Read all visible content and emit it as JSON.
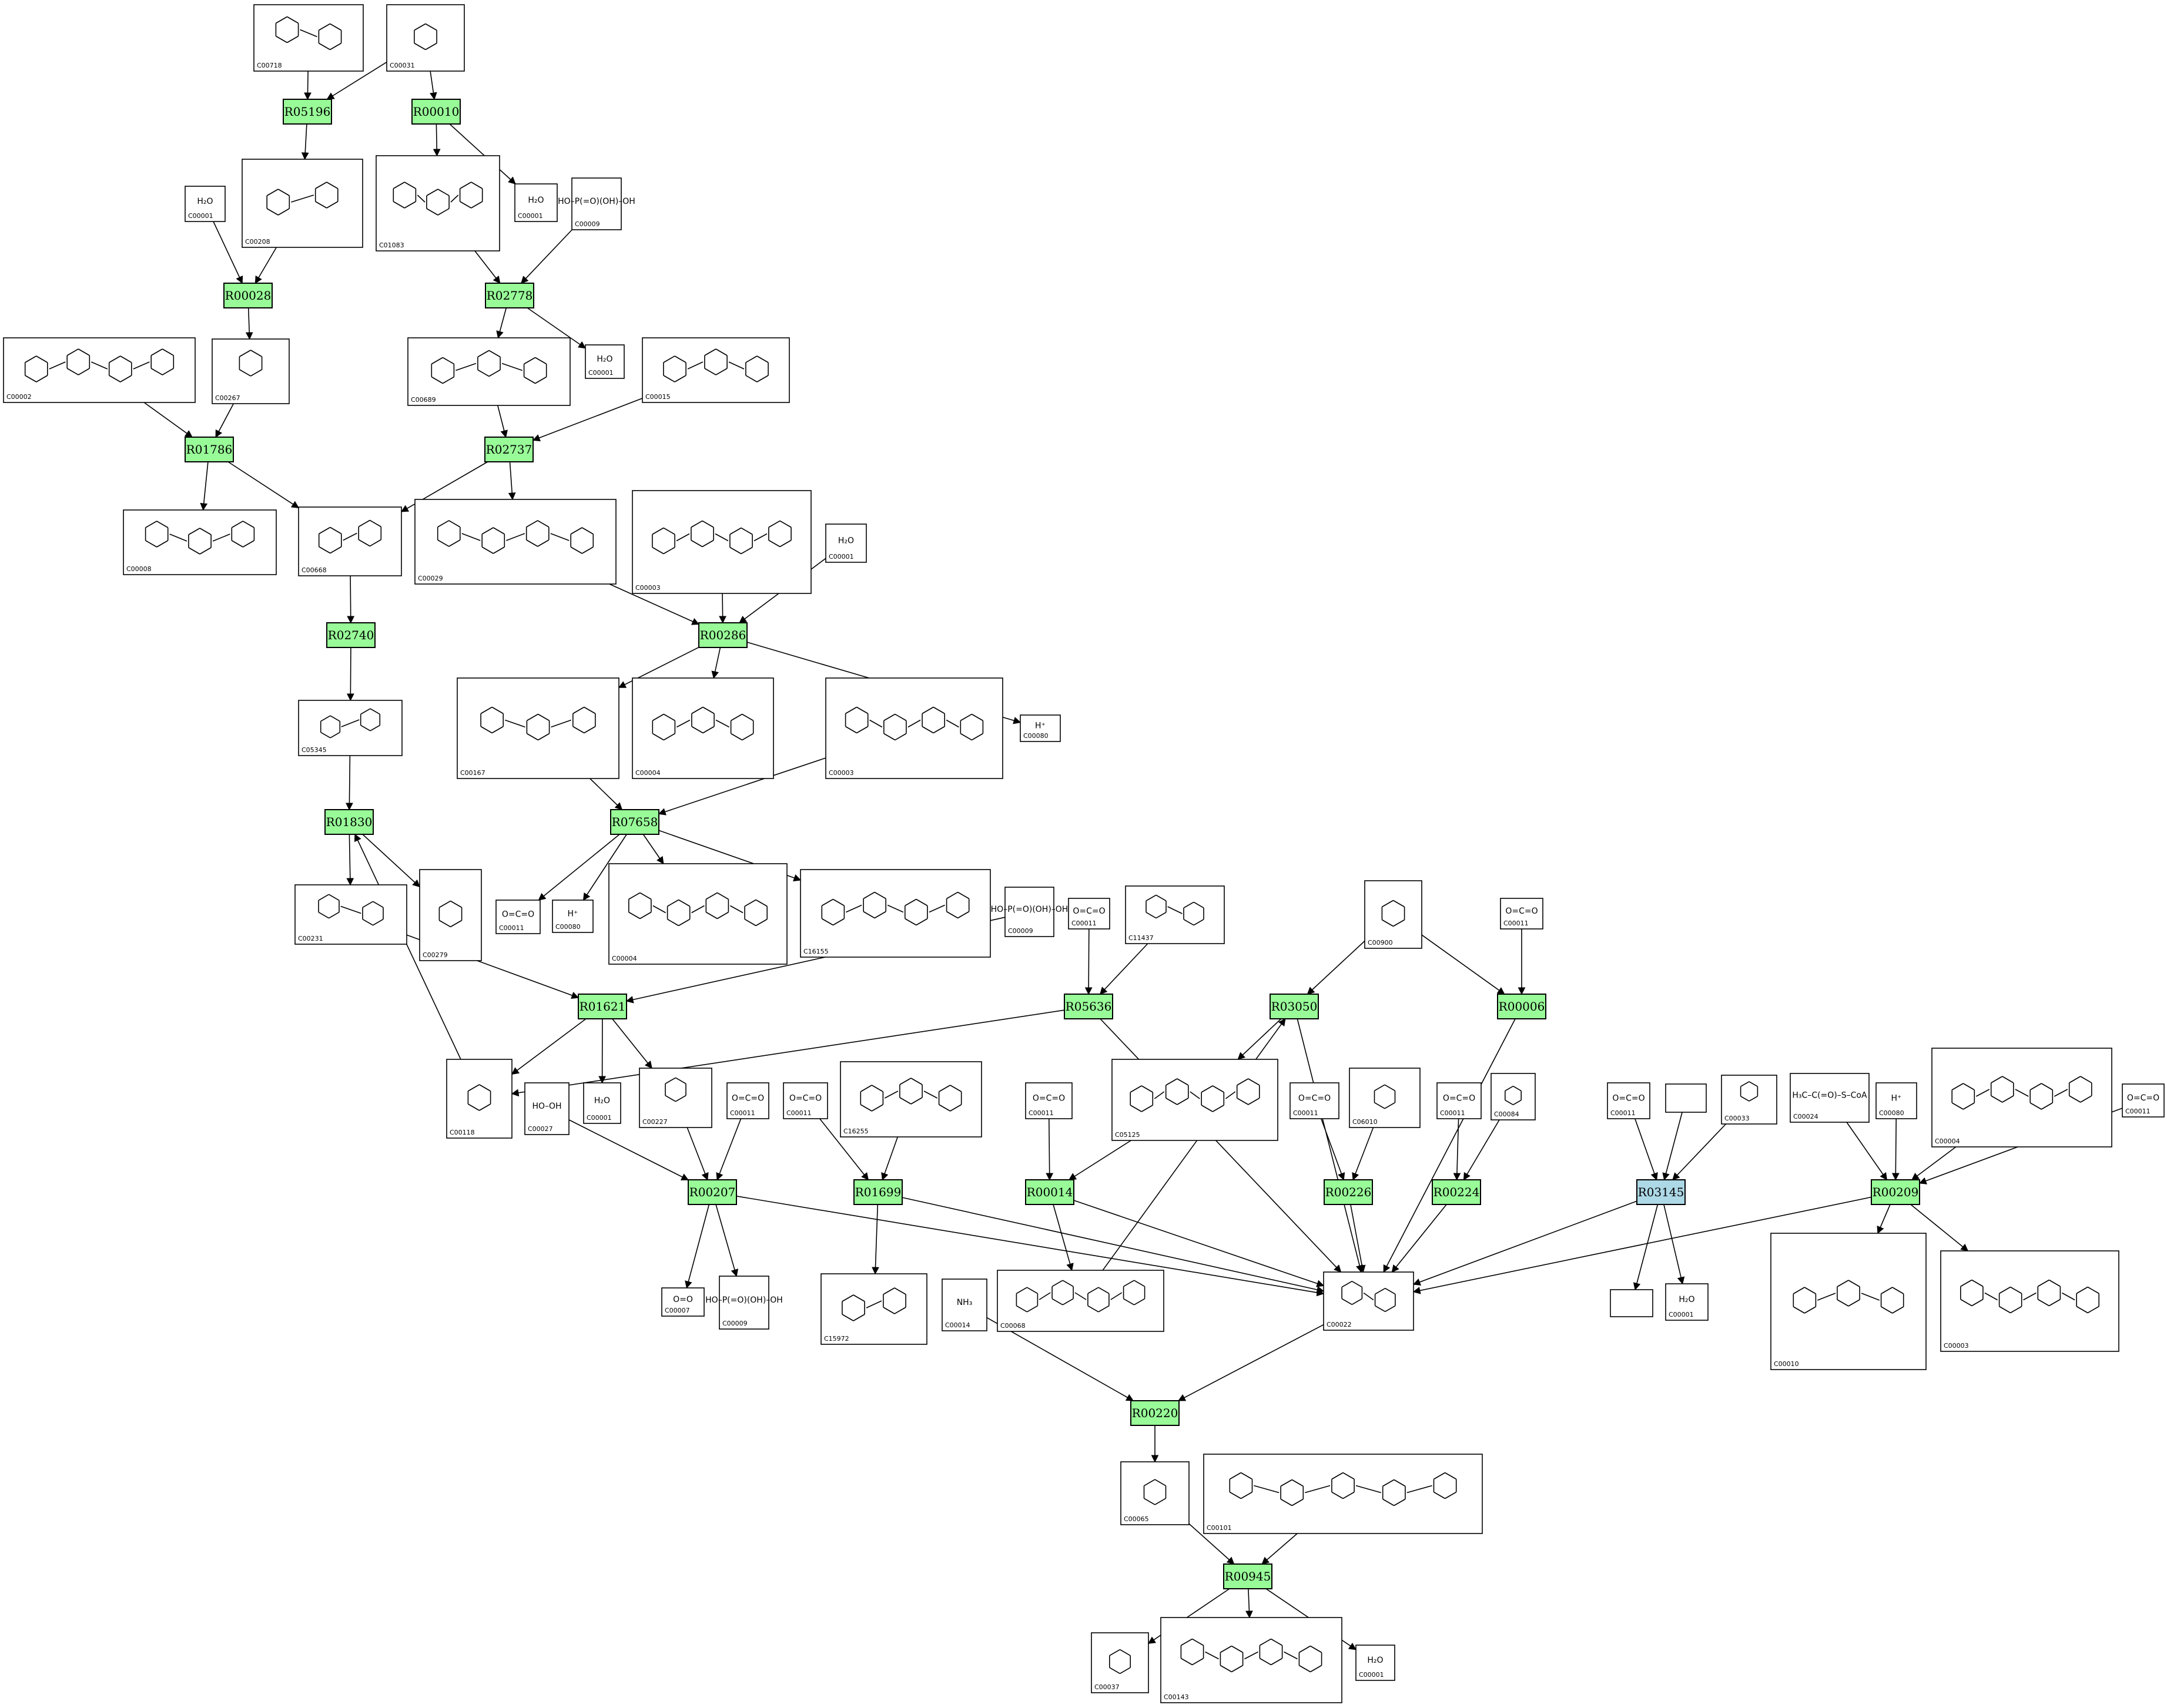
{
  "colors": {
    "reaction": "#98fb98",
    "reaction_alt": "#add8e6",
    "line": "#000000"
  },
  "reactions": [
    {
      "id": "R05196",
      "label": "R05196"
    },
    {
      "id": "R00010",
      "label": "R00010"
    },
    {
      "id": "R00028",
      "label": "R00028"
    },
    {
      "id": "R02778",
      "label": "R02778"
    },
    {
      "id": "R01786",
      "label": "R01786"
    },
    {
      "id": "R02737",
      "label": "R02737"
    },
    {
      "id": "R02740",
      "label": "R02740"
    },
    {
      "id": "R00286",
      "label": "R00286"
    },
    {
      "id": "R01830",
      "label": "R01830"
    },
    {
      "id": "R07658",
      "label": "R07658"
    },
    {
      "id": "R01621",
      "label": "R01621"
    },
    {
      "id": "R05636",
      "label": "R05636"
    },
    {
      "id": "R03050",
      "label": "R03050"
    },
    {
      "id": "R00006",
      "label": "R00006"
    },
    {
      "id": "R00207",
      "label": "R00207"
    },
    {
      "id": "R01699",
      "label": "R01699"
    },
    {
      "id": "R00014",
      "label": "R00014"
    },
    {
      "id": "R00226",
      "label": "R00226"
    },
    {
      "id": "R00224",
      "label": "R00224"
    },
    {
      "id": "R03145",
      "label": "R03145"
    },
    {
      "id": "R00209",
      "label": "R00209"
    },
    {
      "id": "R00220",
      "label": "R00220"
    },
    {
      "id": "R00945",
      "label": "R00945"
    }
  ],
  "compounds": [
    {
      "id": "c00718",
      "code": "C00718",
      "formula": ""
    },
    {
      "id": "c00031",
      "code": "C00031",
      "formula": ""
    },
    {
      "id": "c00001a",
      "code": "C00001",
      "formula": "H₂O"
    },
    {
      "id": "c00208",
      "code": "C00208",
      "formula": ""
    },
    {
      "id": "c01083",
      "code": "C01083",
      "formula": ""
    },
    {
      "id": "c00001b",
      "code": "C00001",
      "formula": "H₂O"
    },
    {
      "id": "c00009a",
      "code": "C00009",
      "formula": "HO–P(=O)(OH)–OH"
    },
    {
      "id": "c00002",
      "code": "C00002",
      "formula": ""
    },
    {
      "id": "c00267",
      "code": "C00267",
      "formula": ""
    },
    {
      "id": "c00689",
      "code": "C00689",
      "formula": ""
    },
    {
      "id": "c00001c",
      "code": "C00001",
      "formula": "H₂O"
    },
    {
      "id": "c00015",
      "code": "C00015",
      "formula": ""
    },
    {
      "id": "c00008",
      "code": "C00008",
      "formula": ""
    },
    {
      "id": "c00668",
      "code": "C00668",
      "formula": ""
    },
    {
      "id": "c00029",
      "code": "C00029",
      "formula": ""
    },
    {
      "id": "c00003a",
      "code": "C00003",
      "formula": ""
    },
    {
      "id": "c00001d",
      "code": "C00001",
      "formula": "H₂O"
    },
    {
      "id": "c05345",
      "code": "C05345",
      "formula": ""
    },
    {
      "id": "c00167",
      "code": "C00167",
      "formula": ""
    },
    {
      "id": "c00004a",
      "code": "C00004",
      "formula": ""
    },
    {
      "id": "c00003b",
      "code": "C00003",
      "formula": ""
    },
    {
      "id": "c00080a",
      "code": "C00080",
      "formula": "H⁺"
    },
    {
      "id": "c00231",
      "code": "C00231",
      "formula": ""
    },
    {
      "id": "c00279",
      "code": "C00279",
      "formula": ""
    },
    {
      "id": "c00011a",
      "code": "C00011",
      "formula": "O=C=O"
    },
    {
      "id": "c00080b",
      "code": "C00080",
      "formula": "H⁺"
    },
    {
      "id": "c00004b",
      "code": "C00004",
      "formula": ""
    },
    {
      "id": "c16155",
      "code": "C16155",
      "formula": ""
    },
    {
      "id": "c00009b",
      "code": "C00009",
      "formula": "HO–P(=O)(OH)–OH"
    },
    {
      "id": "c00011b",
      "code": "C00011",
      "formula": "O=C=O"
    },
    {
      "id": "c11437",
      "code": "C11437",
      "formula": ""
    },
    {
      "id": "c00900",
      "code": "C00900",
      "formula": ""
    },
    {
      "id": "c00011c",
      "code": "C00011",
      "formula": "O=C=O"
    },
    {
      "id": "c00118",
      "code": "C00118",
      "formula": ""
    },
    {
      "id": "c00027",
      "code": "C00027",
      "formula": "HO–OH"
    },
    {
      "id": "c00001e",
      "code": "C00001",
      "formula": "H₂O"
    },
    {
      "id": "c00227",
      "code": "C00227",
      "formula": ""
    },
    {
      "id": "c00011d",
      "code": "C00011",
      "formula": "O=C=O"
    },
    {
      "id": "c00011e",
      "code": "C00011",
      "formula": "O=C=O"
    },
    {
      "id": "c16255",
      "code": "C16255",
      "formula": ""
    },
    {
      "id": "c00011f",
      "code": "C00011",
      "formula": "O=C=O"
    },
    {
      "id": "c05125",
      "code": "C05125",
      "formula": ""
    },
    {
      "id": "c00011g",
      "code": "C00011",
      "formula": "O=C=O"
    },
    {
      "id": "c06010",
      "code": "C06010",
      "formula": ""
    },
    {
      "id": "c00011h",
      "code": "C00011",
      "formula": "O=C=O"
    },
    {
      "id": "c00084",
      "code": "C00084",
      "formula": ""
    },
    {
      "id": "c00011i",
      "code": "C00011",
      "formula": "O=C=O"
    },
    {
      "id": "blank1",
      "code": "",
      "formula": ""
    },
    {
      "id": "c00033",
      "code": "C00033",
      "formula": ""
    },
    {
      "id": "c00024",
      "code": "C00024",
      "formula": "H₃C–C(=O)–S–CoA"
    },
    {
      "id": "c00080c",
      "code": "C00080",
      "formula": "H⁺"
    },
    {
      "id": "c00004c",
      "code": "C00004",
      "formula": ""
    },
    {
      "id": "c00011j",
      "code": "C00011",
      "formula": "O=C=O"
    },
    {
      "id": "c00007",
      "code": "C00007",
      "formula": "O=O"
    },
    {
      "id": "c00009c",
      "code": "C00009",
      "formula": "HO–P(=O)(OH)–OH"
    },
    {
      "id": "c15972",
      "code": "C15972",
      "formula": ""
    },
    {
      "id": "c00014",
      "code": "C00014",
      "formula": "NH₃"
    },
    {
      "id": "c00068",
      "code": "C00068",
      "formula": ""
    },
    {
      "id": "c00022",
      "code": "C00022",
      "formula": ""
    },
    {
      "id": "blank2",
      "code": "",
      "formula": ""
    },
    {
      "id": "c00001f",
      "code": "C00001",
      "formula": "H₂O"
    },
    {
      "id": "c00010",
      "code": "C00010",
      "formula": ""
    },
    {
      "id": "c00003c",
      "code": "C00003",
      "formula": ""
    },
    {
      "id": "c00065",
      "code": "C00065",
      "formula": ""
    },
    {
      "id": "c00101",
      "code": "C00101",
      "formula": ""
    },
    {
      "id": "c00037",
      "code": "C00037",
      "formula": ""
    },
    {
      "id": "c00143",
      "code": "C00143",
      "formula": ""
    },
    {
      "id": "c00001g",
      "code": "C00001",
      "formula": "H₂O"
    }
  ],
  "edges": [
    [
      "c00718",
      "R05196"
    ],
    [
      "c00031",
      "R05196"
    ],
    [
      "c00031",
      "R00010"
    ],
    [
      "R05196",
      "c00208"
    ],
    [
      "R00010",
      "c01083"
    ],
    [
      "R00010",
      "c00001b"
    ],
    [
      "c00001a",
      "R00028"
    ],
    [
      "c00208",
      "R00028"
    ],
    [
      "R00028",
      "c00267"
    ],
    [
      "c01083",
      "R02778"
    ],
    [
      "c00009a",
      "R02778"
    ],
    [
      "R02778",
      "c00689"
    ],
    [
      "R02778",
      "c00001c"
    ],
    [
      "c00002",
      "R01786"
    ],
    [
      "c00267",
      "R01786"
    ],
    [
      "R01786",
      "c00008"
    ],
    [
      "R01786",
      "c00668"
    ],
    [
      "c00689",
      "R02737"
    ],
    [
      "c00015",
      "R02737"
    ],
    [
      "R02737",
      "c00668"
    ],
    [
      "R02737",
      "c00029"
    ],
    [
      "c00668",
      "R02740"
    ],
    [
      "R02740",
      "c05345"
    ],
    [
      "c00029",
      "R00286"
    ],
    [
      "c00003a",
      "R00286"
    ],
    [
      "c00001d",
      "R00286"
    ],
    [
      "R00286",
      "c00167"
    ],
    [
      "R00286",
      "c00004a"
    ],
    [
      "R00286",
      "c00080a"
    ],
    [
      "c05345",
      "R01830"
    ],
    [
      "R01830",
      "c00231"
    ],
    [
      "R01830",
      "c00279"
    ],
    [
      "c00167",
      "R07658"
    ],
    [
      "c00003b",
      "R07658"
    ],
    [
      "R07658",
      "c00011a"
    ],
    [
      "R07658",
      "c00080b"
    ],
    [
      "R07658",
      "c00004b"
    ],
    [
      "R07658",
      "c16155"
    ],
    [
      "c00231",
      "R01621"
    ],
    [
      "c00009b",
      "R01621"
    ],
    [
      "R01621",
      "c00118"
    ],
    [
      "R01621",
      "c00001e"
    ],
    [
      "R01621",
      "c00227"
    ],
    [
      "c00118",
      "R01830"
    ],
    [
      "c00011b",
      "R05636"
    ],
    [
      "c11437",
      "R05636"
    ],
    [
      "R05636",
      "c00118"
    ],
    [
      "c00900",
      "R03050"
    ],
    [
      "c00900",
      "R00006"
    ],
    [
      "c00011c",
      "R00006"
    ],
    [
      "R03050",
      "c05125"
    ],
    [
      "c00027",
      "R00207"
    ],
    [
      "c00227",
      "R00207"
    ],
    [
      "c00011d",
      "R00207"
    ],
    [
      "R00207",
      "c00007"
    ],
    [
      "R00207",
      "c00009c"
    ],
    [
      "c00011e",
      "R01699"
    ],
    [
      "c16255",
      "R01699"
    ],
    [
      "R01699",
      "c15972"
    ],
    [
      "c00011f",
      "R00014"
    ],
    [
      "c05125",
      "R00014"
    ],
    [
      "R00014",
      "c00068"
    ],
    [
      "c00068",
      "R03050"
    ],
    [
      "c00011g",
      "R00226"
    ],
    [
      "c06010",
      "R00226"
    ],
    [
      "c00011h",
      "R00224"
    ],
    [
      "c00084",
      "R00224"
    ],
    [
      "c00011i",
      "R03145"
    ],
    [
      "blank1",
      "R03145"
    ],
    [
      "c00033",
      "R03145"
    ],
    [
      "R03145",
      "blank2"
    ],
    [
      "R03145",
      "c00001f"
    ],
    [
      "c00024",
      "R00209"
    ],
    [
      "c00080c",
      "R00209"
    ],
    [
      "c00004c",
      "R00209"
    ],
    [
      "c00011j",
      "R00209"
    ],
    [
      "R00209",
      "c00010"
    ],
    [
      "R00209",
      "c00003c"
    ],
    [
      "R00207",
      "c00022"
    ],
    [
      "R01699",
      "c00022"
    ],
    [
      "R00014",
      "c00022"
    ],
    [
      "R05636",
      "c00022"
    ],
    [
      "R03050",
      "c00022"
    ],
    [
      "R00006",
      "c00022"
    ],
    [
      "R00226",
      "c00022"
    ],
    [
      "R00224",
      "c00022"
    ],
    [
      "R03145",
      "c00022"
    ],
    [
      "R00209",
      "c00022"
    ],
    [
      "c00022",
      "R00220"
    ],
    [
      "c00014",
      "R00220"
    ],
    [
      "R00220",
      "c00065"
    ],
    [
      "c00065",
      "R00945"
    ],
    [
      "c00101",
      "R00945"
    ],
    [
      "R00945",
      "c00037"
    ],
    [
      "R00945",
      "c00143"
    ],
    [
      "R00945",
      "c00001g"
    ]
  ]
}
